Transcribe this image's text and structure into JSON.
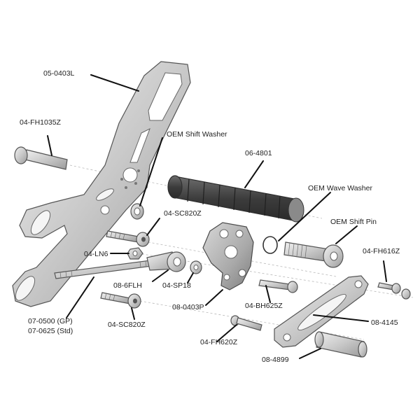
{
  "diagram": {
    "labels": {
      "bracket": "05-0403L",
      "peg_bolt": "04-FH1035Z",
      "shift_washer": "OEM Shift Washer",
      "peg_rubber": "06-4801",
      "wave_washer": "OEM Wave Washer",
      "sc820_top": "04-SC820Z",
      "shift_pin": "OEM Shift Pin",
      "fh616": "04-FH616Z",
      "ln6": "04-LN6",
      "flh": "08-6FLH",
      "sp18": "04-SP18",
      "plate": "08-0403P",
      "bh625": "04-BH625Z",
      "rod_gp": "07-0500 (GP)",
      "rod_std": "07-0625 (Std)",
      "sc820_bottom": "04-SC820Z",
      "arm": "08-4145",
      "fh620": "04-FH620Z",
      "sleeve": "08-4899"
    }
  }
}
